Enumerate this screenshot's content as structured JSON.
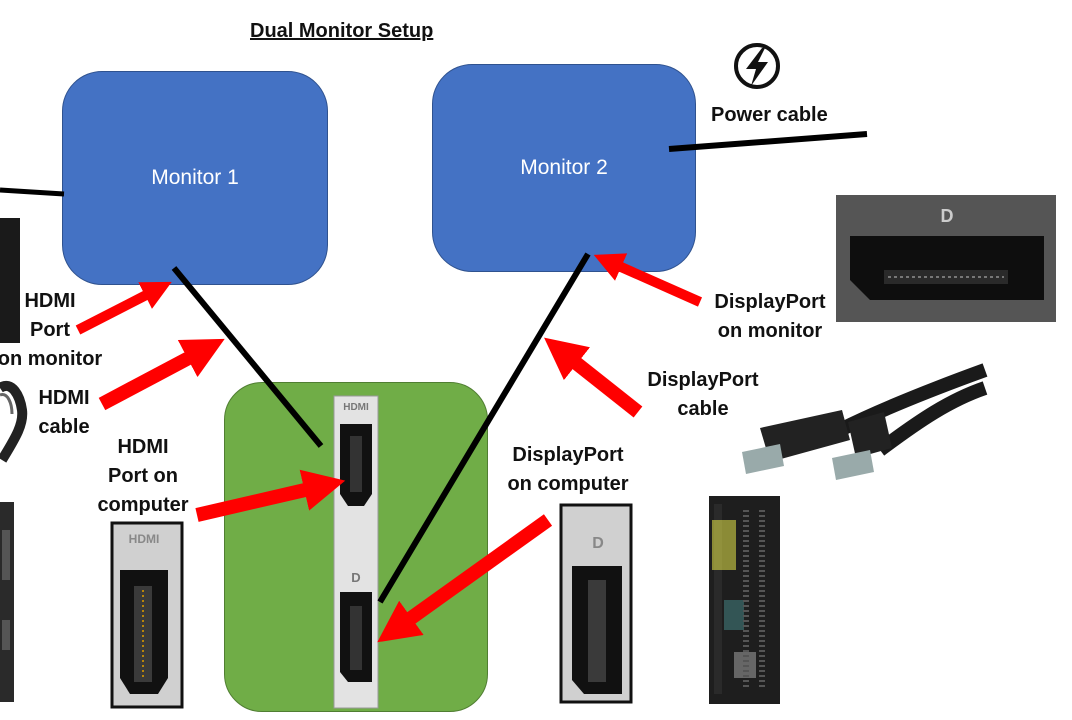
{
  "title": "Dual Monitor Setup",
  "monitors": {
    "monitor1": "Monitor 1",
    "monitor2": "Monitor 2"
  },
  "labels": {
    "power_cable": "Power cable",
    "hdmi_port_monitor": [
      "HDMI",
      "Port",
      "on monitor"
    ],
    "hdmi_cable": [
      "HDMI",
      "cable"
    ],
    "hdmi_port_computer": [
      "HDMI",
      "Port on",
      "computer"
    ],
    "displayport_computer": [
      "DisplayPort",
      "on computer"
    ],
    "displayport_cable": [
      "DisplayPort",
      "cable"
    ],
    "displayport_monitor": [
      "DisplayPort",
      "on monitor"
    ]
  },
  "port_marks": {
    "hdmi": "HDMI",
    "displayport": "D"
  },
  "colors": {
    "monitor_fill": "#4472c4",
    "computer_fill": "#70ad47",
    "arrow": "#ff0000",
    "cable": "#000000"
  },
  "icons": [
    "lightning-icon"
  ]
}
